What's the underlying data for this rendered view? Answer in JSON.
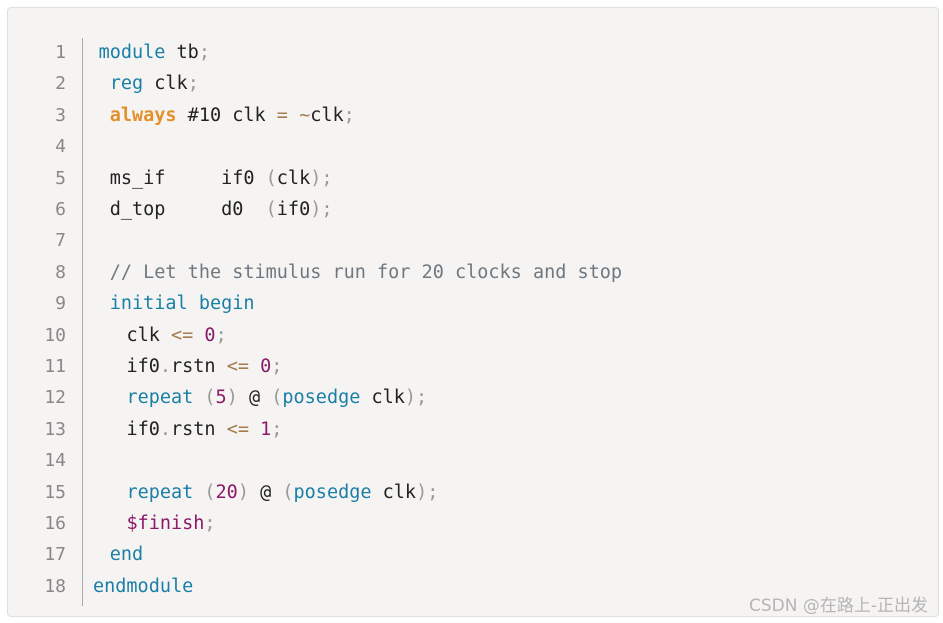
{
  "colors": {
    "background": "#f6f4f2",
    "default": "#222222",
    "keyword": "#1a7fa6",
    "always": "#e4902a",
    "number": "#8a1a6a",
    "operator": "#a57b4c",
    "punct": "#999999",
    "comment": "#6e7880",
    "system": "#8a1a6a",
    "line_number": "#888888"
  },
  "code_lines": [
    {
      "num": "1",
      "indent": 1,
      "tokens": [
        {
          "t": "module",
          "c": "keyword"
        },
        {
          "t": " tb",
          "c": "default"
        },
        {
          "t": ";",
          "c": "punct"
        }
      ]
    },
    {
      "num": "2",
      "indent": 3,
      "tokens": [
        {
          "t": "reg",
          "c": "keyword"
        },
        {
          "t": " clk",
          "c": "default"
        },
        {
          "t": ";",
          "c": "punct"
        }
      ]
    },
    {
      "num": "3",
      "indent": 3,
      "tokens": [
        {
          "t": "always",
          "c": "always"
        },
        {
          "t": " #10 clk ",
          "c": "default"
        },
        {
          "t": "=",
          "c": "operator"
        },
        {
          "t": " ",
          "c": "default"
        },
        {
          "t": "~",
          "c": "operator"
        },
        {
          "t": "clk",
          "c": "default"
        },
        {
          "t": ";",
          "c": "punct"
        }
      ]
    },
    {
      "num": "4",
      "indent": 0,
      "tokens": []
    },
    {
      "num": "5",
      "indent": 3,
      "tokens": [
        {
          "t": "ms_if     if0 ",
          "c": "default"
        },
        {
          "t": "(",
          "c": "punct"
        },
        {
          "t": "clk",
          "c": "default"
        },
        {
          "t": ");",
          "c": "punct"
        }
      ]
    },
    {
      "num": "6",
      "indent": 3,
      "tokens": [
        {
          "t": "d_top     d0  ",
          "c": "default"
        },
        {
          "t": "(",
          "c": "punct"
        },
        {
          "t": "if0",
          "c": "default"
        },
        {
          "t": ");",
          "c": "punct"
        }
      ]
    },
    {
      "num": "7",
      "indent": 0,
      "tokens": []
    },
    {
      "num": "8",
      "indent": 3,
      "tokens": [
        {
          "t": "// Let the stimulus run for 20 clocks and stop",
          "c": "comment"
        }
      ]
    },
    {
      "num": "9",
      "indent": 3,
      "tokens": [
        {
          "t": "initial begin",
          "c": "keyword"
        }
      ]
    },
    {
      "num": "10",
      "indent": 6,
      "tokens": [
        {
          "t": "clk ",
          "c": "default"
        },
        {
          "t": "<=",
          "c": "operator"
        },
        {
          "t": " ",
          "c": "default"
        },
        {
          "t": "0",
          "c": "number"
        },
        {
          "t": ";",
          "c": "punct"
        }
      ]
    },
    {
      "num": "11",
      "indent": 6,
      "tokens": [
        {
          "t": "if0",
          "c": "default"
        },
        {
          "t": ".",
          "c": "punct"
        },
        {
          "t": "rstn ",
          "c": "default"
        },
        {
          "t": "<=",
          "c": "operator"
        },
        {
          "t": " ",
          "c": "default"
        },
        {
          "t": "0",
          "c": "number"
        },
        {
          "t": ";",
          "c": "punct"
        }
      ]
    },
    {
      "num": "12",
      "indent": 6,
      "tokens": [
        {
          "t": "repeat",
          "c": "keyword"
        },
        {
          "t": " ",
          "c": "default"
        },
        {
          "t": "(",
          "c": "punct"
        },
        {
          "t": "5",
          "c": "number"
        },
        {
          "t": ")",
          "c": "punct"
        },
        {
          "t": " @ ",
          "c": "default"
        },
        {
          "t": "(",
          "c": "punct"
        },
        {
          "t": "posedge",
          "c": "keyword"
        },
        {
          "t": " clk",
          "c": "default"
        },
        {
          "t": ");",
          "c": "punct"
        }
      ]
    },
    {
      "num": "13",
      "indent": 6,
      "tokens": [
        {
          "t": "if0",
          "c": "default"
        },
        {
          "t": ".",
          "c": "punct"
        },
        {
          "t": "rstn ",
          "c": "default"
        },
        {
          "t": "<=",
          "c": "operator"
        },
        {
          "t": " ",
          "c": "default"
        },
        {
          "t": "1",
          "c": "number"
        },
        {
          "t": ";",
          "c": "punct"
        }
      ]
    },
    {
      "num": "14",
      "indent": 0,
      "tokens": []
    },
    {
      "num": "15",
      "indent": 6,
      "tokens": [
        {
          "t": "repeat",
          "c": "keyword"
        },
        {
          "t": " ",
          "c": "default"
        },
        {
          "t": "(",
          "c": "punct"
        },
        {
          "t": "20",
          "c": "number"
        },
        {
          "t": ")",
          "c": "punct"
        },
        {
          "t": " @ ",
          "c": "default"
        },
        {
          "t": "(",
          "c": "punct"
        },
        {
          "t": "posedge",
          "c": "keyword"
        },
        {
          "t": " clk",
          "c": "default"
        },
        {
          "t": ");",
          "c": "punct"
        }
      ]
    },
    {
      "num": "16",
      "indent": 6,
      "tokens": [
        {
          "t": "$finish",
          "c": "system"
        },
        {
          "t": ";",
          "c": "punct"
        }
      ]
    },
    {
      "num": "17",
      "indent": 3,
      "tokens": [
        {
          "t": "end",
          "c": "keyword"
        }
      ]
    },
    {
      "num": "18",
      "indent": 0,
      "tokens": [
        {
          "t": "endmodule",
          "c": "keyword"
        }
      ]
    }
  ],
  "watermark": "CSDN @在路上-正出发"
}
